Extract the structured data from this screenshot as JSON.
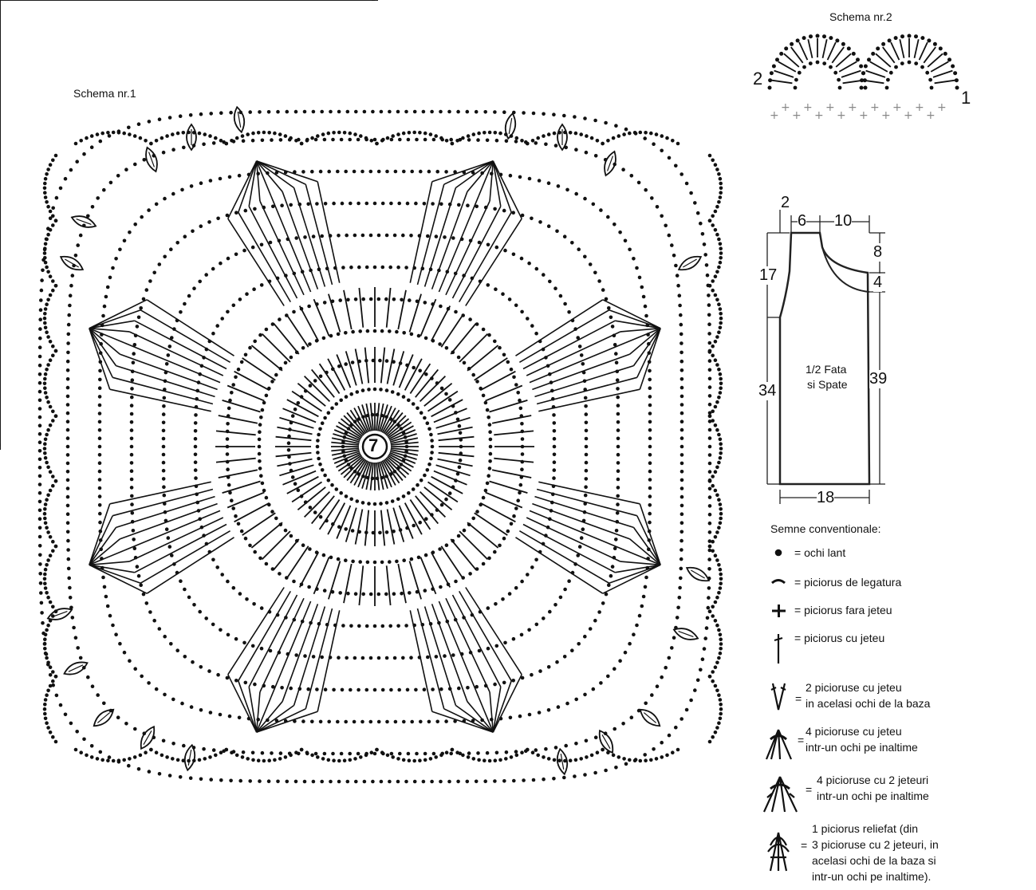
{
  "schema1": {
    "title": "Schema nr.1",
    "center_label": "7"
  },
  "schema2": {
    "title": "Schema nr.2",
    "label_left": "2",
    "label_right": "1"
  },
  "pattern": {
    "panel_label_line1": "1/2 Fata",
    "panel_label_line2": "si Spate",
    "dims": {
      "shoulder_offset": "2",
      "shoulder": "6",
      "neck": "10",
      "neck_depth": "8",
      "armhole_extra": "4",
      "upper_left": "17",
      "lower_left": "34",
      "right_total": "39",
      "bottom_width": "18"
    }
  },
  "legend": {
    "title": "Semne conventionale:",
    "items": [
      {
        "symbol": "chain-stitch-icon",
        "lines": [
          "= ochi lant"
        ]
      },
      {
        "symbol": "slip-stitch-icon",
        "lines": [
          "= piciorus de legatura"
        ]
      },
      {
        "symbol": "single-crochet-icon",
        "lines": [
          "= piciorus fara jeteu"
        ]
      },
      {
        "symbol": "double-crochet-icon",
        "lines": [
          "= piciorus cu jeteu"
        ]
      },
      {
        "symbol": "v-stitch-icon",
        "lines": [
          "2 picioruse cu jeteu",
          "in acelasi ochi de la baza"
        ]
      },
      {
        "symbol": "fan-four-dc-icon",
        "lines": [
          "4 picioruse cu jeteu",
          "intr-un ochi pe inaltime"
        ]
      },
      {
        "symbol": "fan-four-tr-icon",
        "lines": [
          "4 picioruse cu 2 jeteuri",
          "intr-un ochi pe inaltime"
        ]
      },
      {
        "symbol": "raised-cluster-icon",
        "lines": [
          "1 piciorus reliefat (din",
          "3 picioruse cu 2 jeteuri, in",
          "acelasi ochi de la baza si",
          "intr-un ochi pe inaltime)."
        ]
      }
    ]
  }
}
